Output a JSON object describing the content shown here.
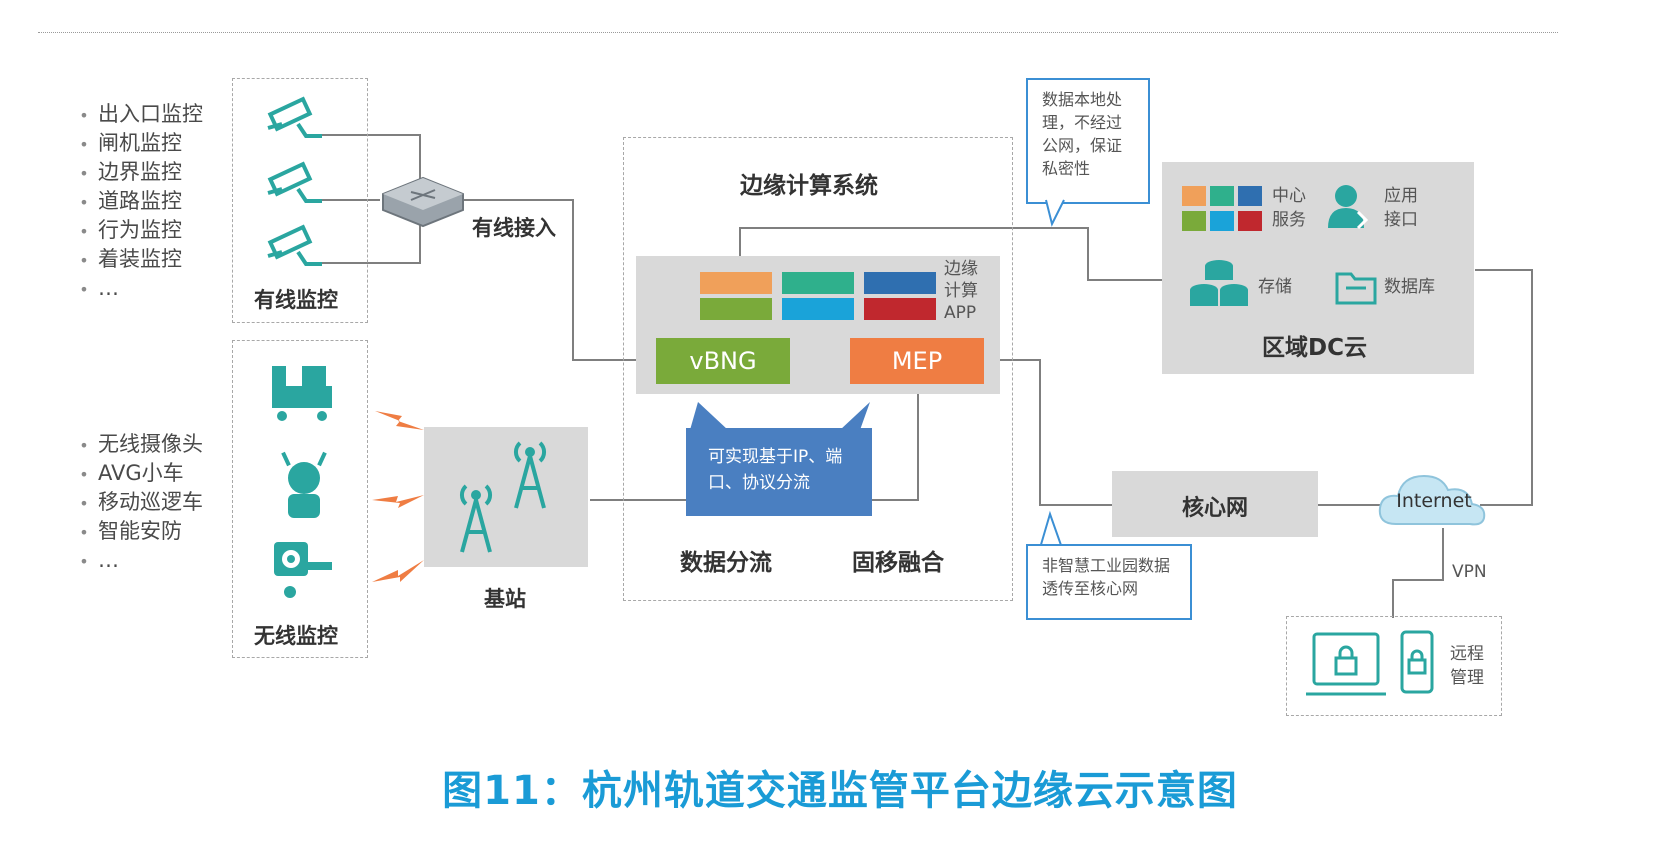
{
  "caption": "图11：杭州轨道交通监管平台边缘云示意图",
  "wired_list": [
    "出入口监控",
    "闸机监控",
    "边界监控",
    "道路监控",
    "行为监控",
    "着装监控",
    "…"
  ],
  "wireless_list": [
    "无线摄像头",
    "AVG小车",
    "移动巡逻车",
    "智能安防",
    "…"
  ],
  "wired_group_label": "有线监控",
  "wireless_group_label": "无线监控",
  "wired_access_label": "有线接入",
  "base_station_label": "基站",
  "edge_system": {
    "title": "边缘计算系统",
    "app_label": "边缘\n计算\nAPP",
    "vbng": "vBNG",
    "mep": "MEP",
    "data_split": "数据分流",
    "fixed_mobile": "固移融合",
    "app_colors": [
      "#f0a05a",
      "#2fb08c",
      "#2f6fb0",
      "#7aaa3a",
      "#1aa3d9",
      "#c0282e"
    ]
  },
  "callout_local": "数据本地处理，不经过公网，保证私密性",
  "callout_routing": "可实现基于IP、端口、协议分流",
  "callout_passthrough": "非智慧工业园数据透传至核心网",
  "dc_cloud": {
    "title": "区域DC云",
    "center_service": "中心\n服务",
    "app_interface": "应用\n接口",
    "storage": "存储",
    "database": "数据库",
    "service_colors": [
      "#f0a05a",
      "#2fb08c",
      "#2f6fb0",
      "#7aaa3a",
      "#1aa3d9",
      "#c0282e"
    ]
  },
  "core_network": "核心网",
  "internet": "Internet",
  "vpn": "VPN",
  "remote_mgmt": "远程\n管理",
  "colors": {
    "teal_icon": "#2aa6a0",
    "grey_block": "#d9d9d9",
    "caption_blue": "#1a9bd6",
    "callout_border": "#3b8fd4"
  }
}
